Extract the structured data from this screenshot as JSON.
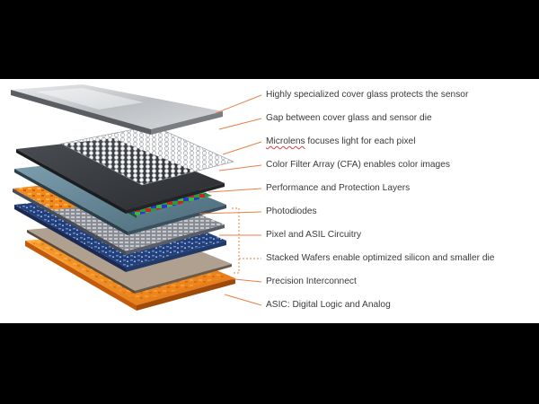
{
  "labels": [
    "Highly specialized cover glass protects the sensor",
    "Gap between cover glass and sensor die",
    "Microlens",
    " focuses light for each pixel",
    "Color Filter Array (CFA) enables color images",
    "Performance and Protection Layers",
    "Photodiodes",
    "Pixel and ASIL Circuitry",
    "Stacked Wafers enable optimized silicon and smaller die",
    "Precision Interconnect",
    "ASIC:  Digital Logic and Analog"
  ],
  "colors": {
    "leader_line": "#e8804a",
    "bracket": "#e8804a",
    "label_text": "#3a3a3a",
    "orange_layer": "#f08a1c",
    "blue_layer": "#2a4a8a"
  }
}
